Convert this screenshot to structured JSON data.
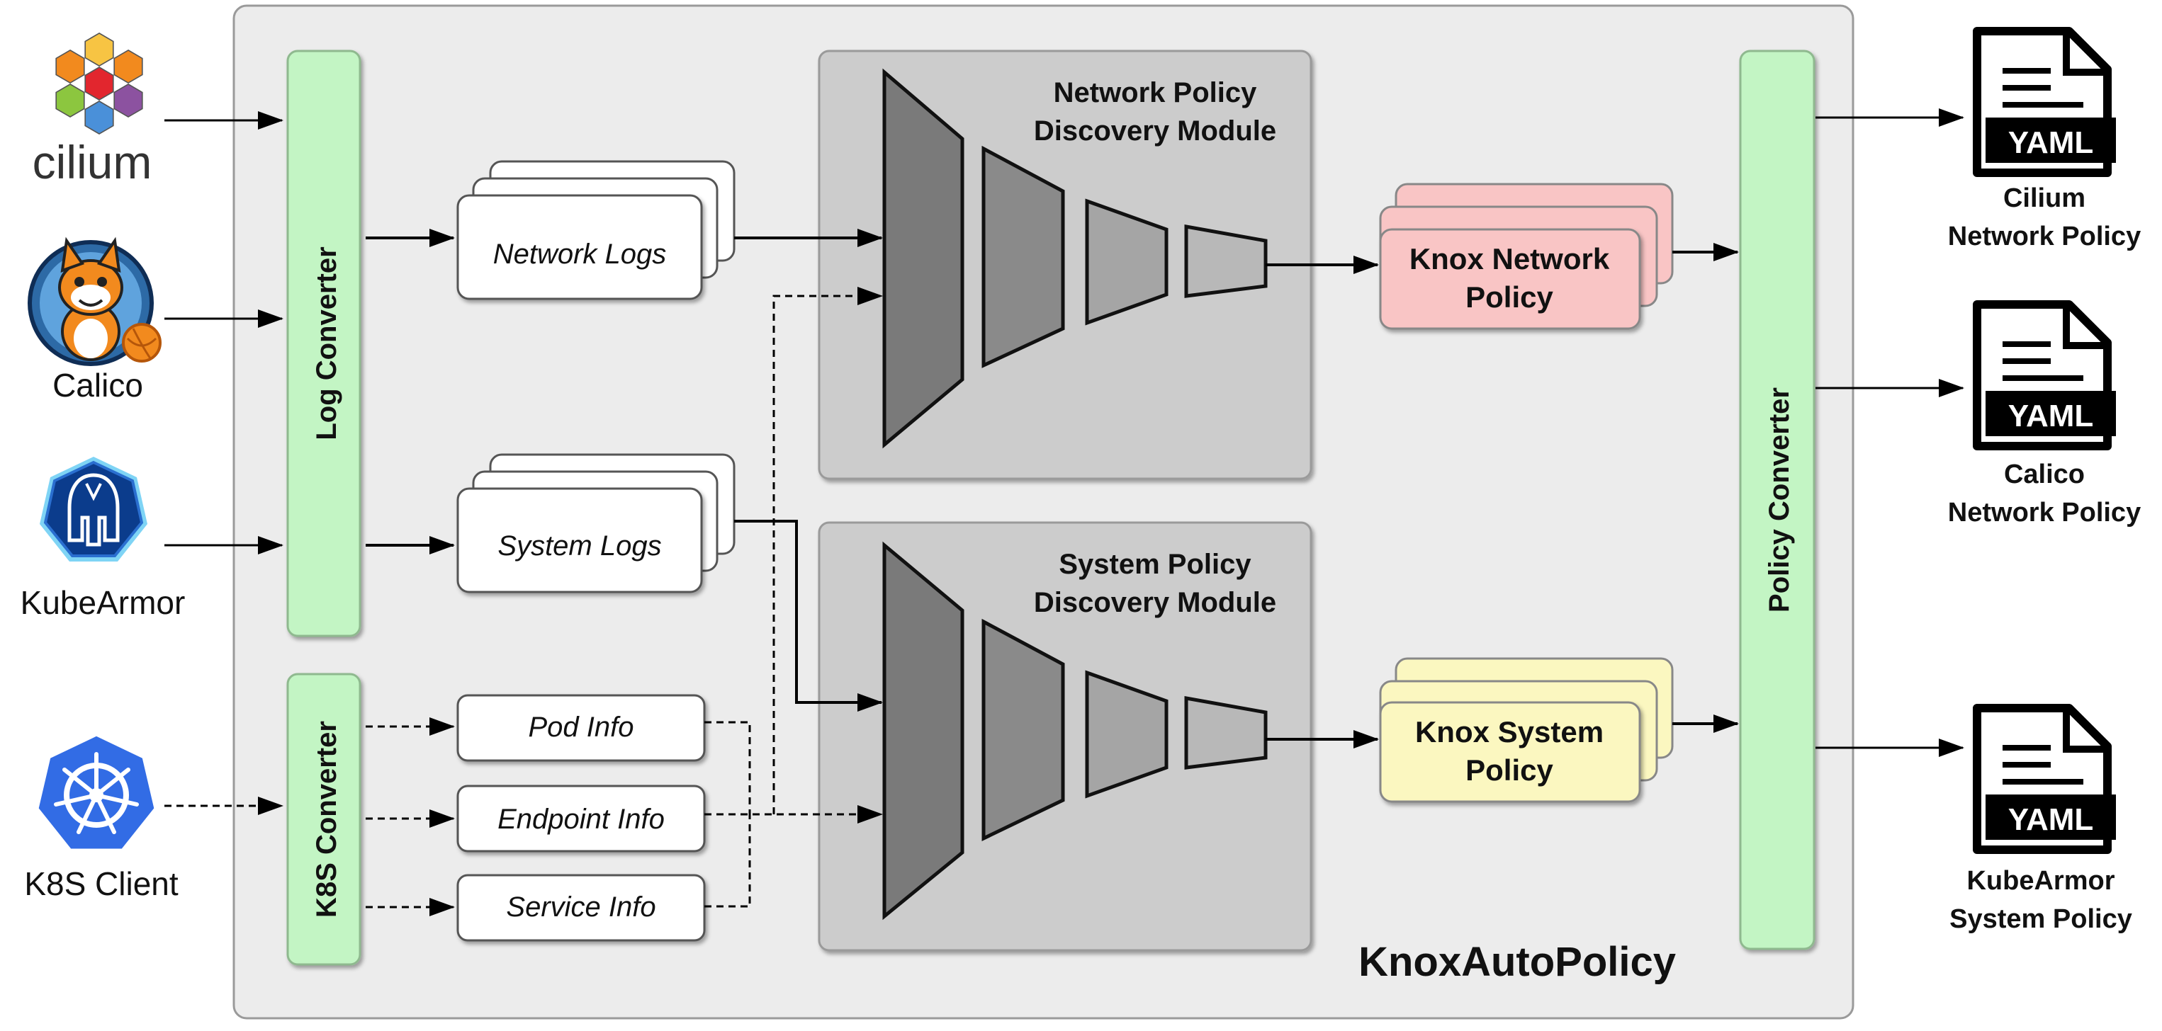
{
  "sources": {
    "cilium": "cilium",
    "calico": "Calico",
    "kubearmor": "KubeArmor",
    "k8s_client": "K8S Client"
  },
  "system": {
    "name": "KnoxAutoPolicy",
    "log_converter": "Log Converter",
    "k8s_converter": "K8S Converter",
    "policy_converter": "Policy Converter"
  },
  "logs": {
    "network": "Network Logs",
    "system": "System Logs"
  },
  "k8s_info": {
    "pod": "Pod Info",
    "endpoint": "Endpoint Info",
    "service": "Service Info"
  },
  "modules": {
    "network": {
      "line1": "Network Policy",
      "line2": "Discovery Module"
    },
    "system": {
      "line1": "System Policy",
      "line2": "Discovery Module"
    }
  },
  "policies": {
    "knox_network": {
      "line1": "Knox Network",
      "line2": "Policy"
    },
    "knox_system": {
      "line1": "Knox System",
      "line2": "Policy"
    }
  },
  "outputs": {
    "yaml": "YAML",
    "cilium": {
      "line1": "Cilium",
      "line2": "Network Policy"
    },
    "calico": {
      "line1": "Calico",
      "line2": "Network Policy"
    },
    "kubearmor": {
      "line1": "KubeArmor",
      "line2": "System Policy"
    }
  },
  "colors": {
    "converter_green": "#c3f5c4",
    "knox_network_pink": "#f9c5c5",
    "knox_system_yellow": "#fbf7c0",
    "module_gray": "#cccccc",
    "container_gray": "#ececec",
    "funnel_gray": "#8a8a8a",
    "kubernetes_blue": "#326ce5",
    "kubearmor_blue": "#0b3c8c",
    "calico_orange": "#f28a1e"
  },
  "icons": {
    "cilium": "cilium-hexagon-logo-icon",
    "calico": "calico-cat-logo-icon",
    "kubearmor": "kubearmor-helmet-logo-icon",
    "k8s": "kubernetes-wheel-logo-icon",
    "yaml": "yaml-document-icon"
  }
}
